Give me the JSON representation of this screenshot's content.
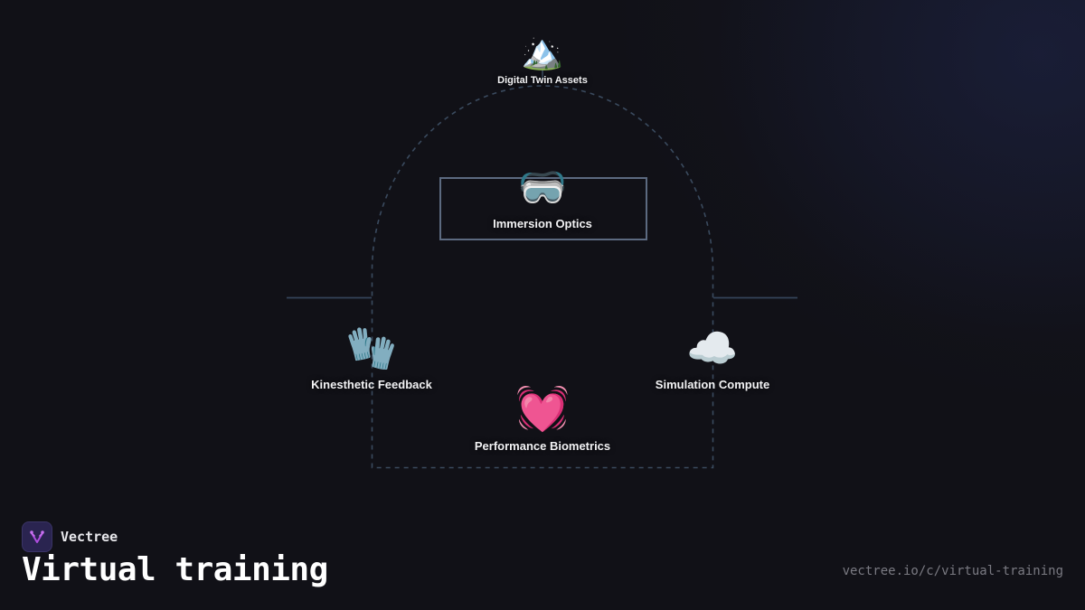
{
  "colors": {
    "background": "#111117",
    "wire": "#3a4a5e",
    "focus_border": "#5c6a80",
    "label": "#f2f2f4",
    "brand_accent": "#b04ee0",
    "url_text": "#7a7a82"
  },
  "diagram": {
    "nodes": [
      {
        "id": "digital-twin-assets",
        "icon": "snow-capped-mountain-icon",
        "glyph": "🏔️",
        "label": "Digital Twin Assets"
      },
      {
        "id": "immersion-optics",
        "icon": "goggles-icon",
        "glyph": "🥽",
        "label": "Immersion Optics",
        "highlighted": true
      },
      {
        "id": "kinesthetic-feedback",
        "icon": "gloves-icon",
        "glyph": "🧤",
        "label": "Kinesthetic Feedback"
      },
      {
        "id": "simulation-compute",
        "icon": "cloud-icon",
        "glyph": "☁️",
        "label": "Simulation Compute"
      },
      {
        "id": "performance-biometrics",
        "icon": "beating-heart-icon",
        "glyph": "💓",
        "label": "Performance Biometrics"
      }
    ]
  },
  "brand": {
    "name": "Vectree"
  },
  "page": {
    "title": "Virtual training",
    "url": "vectree.io/c/virtual-training"
  }
}
